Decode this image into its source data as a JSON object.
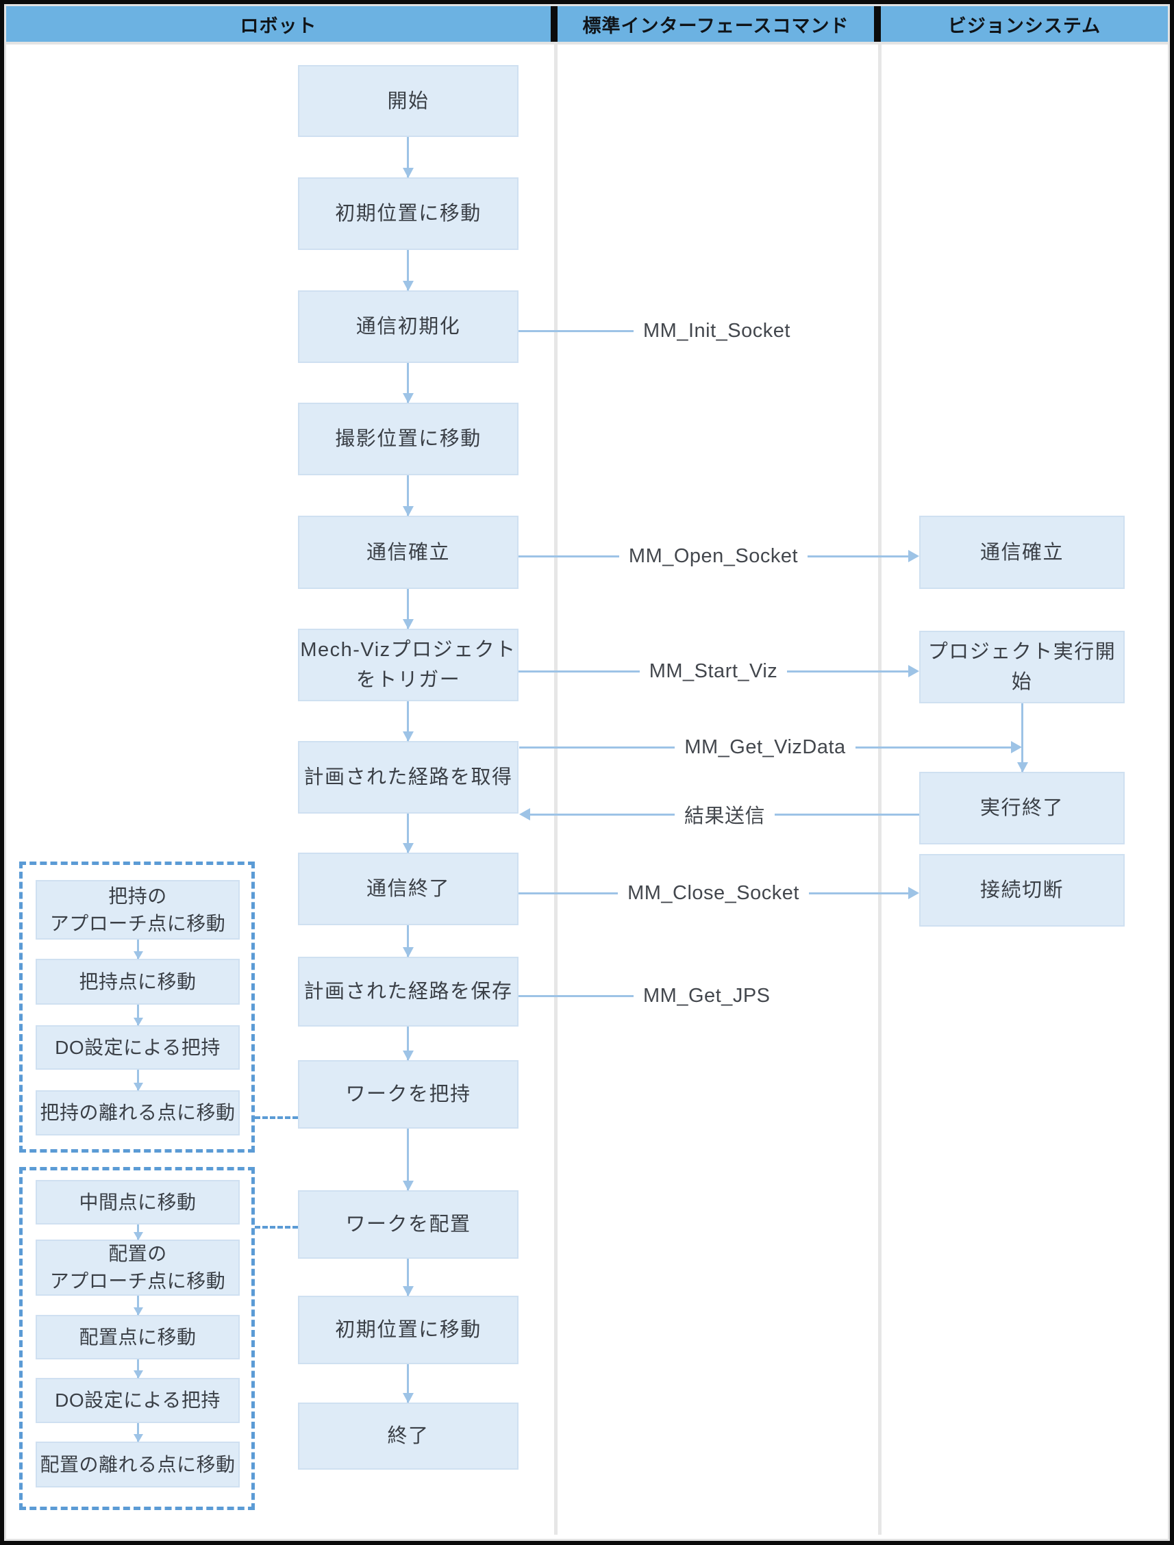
{
  "header": {
    "columns": [
      "ロボット",
      "標準インターフェースコマンド",
      "ビジョンシステム"
    ]
  },
  "robot_flow": {
    "start": "開始",
    "move_home_1": "初期位置に移動",
    "comm_init": "通信初期化",
    "move_capture": "撮影位置に移動",
    "comm_establish": "通信確立",
    "trigger_l1": "Mech-Vizプロジェクト",
    "trigger_l2": "をトリガー",
    "get_planned_path": "計画された経路を取得",
    "comm_end": "通信終了",
    "save_planned_path": "計画された経路を保存",
    "grasp_work": "ワークを把持",
    "place_work": "ワークを配置",
    "move_home_2": "初期位置に移動",
    "end": "終了"
  },
  "commands": {
    "init_socket": "MM_Init_Socket",
    "open_socket": "MM_Open_Socket",
    "start_viz": "MM_Start_Viz",
    "get_vizdata": "MM_Get_VizData",
    "send_result": "結果送信",
    "close_socket": "MM_Close_Socket",
    "get_jps": "MM_Get_JPS"
  },
  "vision_flow": {
    "comm_establish": "通信確立",
    "project_start": "プロジェクト実行開始",
    "exec_end": "実行終了",
    "disconnect": "接続切断"
  },
  "grasp_group": {
    "approach_l1": "把持の",
    "approach_l2": "アプローチ点に移動",
    "move_grasp_point": "把持点に移動",
    "do_grasp": "DO設定による把持",
    "move_away": "把持の離れる点に移動"
  },
  "place_group": {
    "move_mid": "中間点に移動",
    "approach_l1": "配置の",
    "approach_l2": "アプローチ点に移動",
    "move_place_point": "配置点に移動",
    "do_grasp": "DO設定による把持",
    "move_away": "配置の離れる点に移動"
  },
  "colors": {
    "header_fill": "#6cb2e2",
    "box_fill": "#deebf7",
    "box_border": "#cfe0f1",
    "arrow_blue": "#9dc3e6",
    "dashed_blue": "#5b9bd5",
    "command_text": "#43474d",
    "box_text": "#3a3f46",
    "lane_divider": "#e6e6e6",
    "outer_border": "#0b0b0b"
  }
}
